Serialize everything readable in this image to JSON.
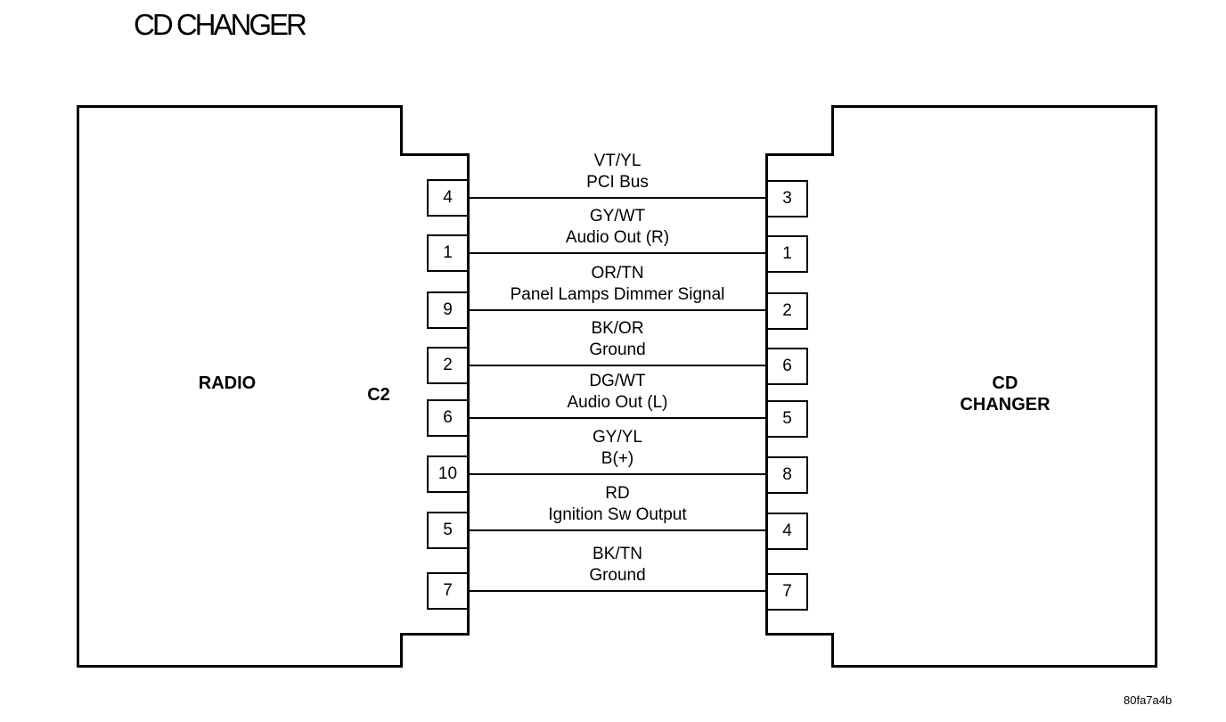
{
  "title": "CD CHANGER",
  "left_component": {
    "label": "RADIO",
    "connector": "C2"
  },
  "right_component": {
    "label_line1": "CD",
    "label_line2": "CHANGER"
  },
  "wires": [
    {
      "color_code": "VT/YL",
      "function": "PCI Bus",
      "left_pin": "4",
      "right_pin": "3"
    },
    {
      "color_code": "GY/WT",
      "function": "Audio Out (R)",
      "left_pin": "1",
      "right_pin": "1"
    },
    {
      "color_code": "OR/TN",
      "function": "Panel Lamps Dimmer Signal",
      "left_pin": "9",
      "right_pin": "2"
    },
    {
      "color_code": "BK/OR",
      "function": "Ground",
      "left_pin": "2",
      "right_pin": "6"
    },
    {
      "color_code": "DG/WT",
      "function": "Audio Out (L)",
      "left_pin": "6",
      "right_pin": "5"
    },
    {
      "color_code": "GY/YL",
      "function": "B(+)",
      "left_pin": "10",
      "right_pin": "8"
    },
    {
      "color_code": "RD",
      "function": "Ignition Sw Output",
      "left_pin": "5",
      "right_pin": "4"
    },
    {
      "color_code": "BK/TN",
      "function": "Ground",
      "left_pin": "7",
      "right_pin": "7"
    }
  ],
  "figure_id": "80fa7a4b"
}
